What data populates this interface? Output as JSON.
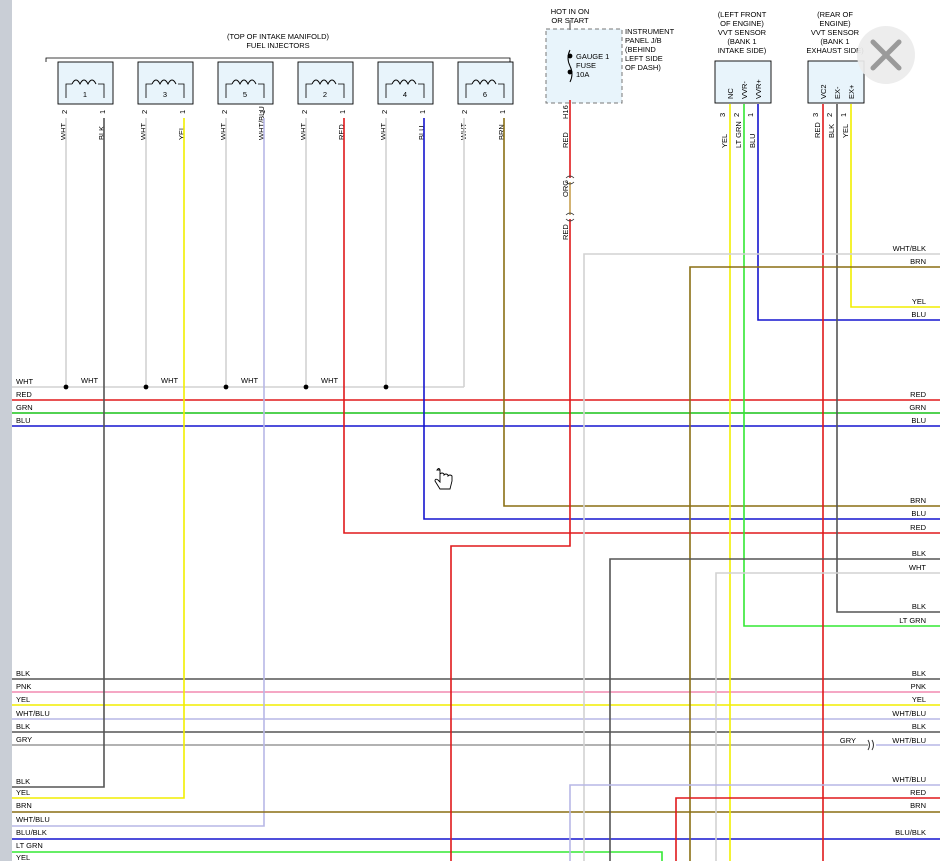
{
  "injectors_title": [
    "(TOP OF INTAKE MANIFOLD)",
    "FUEL INJECTORS"
  ],
  "injectors": [
    {
      "num": "1",
      "pin_left": "2",
      "pin_right": "1",
      "wire_left": "WHT",
      "wire_right": "BLK",
      "color_right": "#555555"
    },
    {
      "num": "3",
      "pin_left": "2",
      "pin_right": "1",
      "wire_left": "WHT",
      "wire_right": "YEL",
      "color_right": "#f2ee00"
    },
    {
      "num": "5",
      "pin_left": "2",
      "pin_right": "1",
      "wire_left": "WHT",
      "wire_right": "WHT/BLU",
      "color_right": "#b7b7e6"
    },
    {
      "num": "2",
      "pin_left": "2",
      "pin_right": "1",
      "wire_left": "WHT",
      "wire_right": "RED",
      "color_right": "#e0191b"
    },
    {
      "num": "4",
      "pin_left": "2",
      "pin_right": "1",
      "wire_left": "WHT",
      "wire_right": "BLU",
      "color_right": "#1515cf"
    },
    {
      "num": "6",
      "pin_left": "2",
      "pin_right": "1",
      "wire_left": "WHT",
      "wire_right": "BRN",
      "color_right": "#8a6f14"
    }
  ],
  "fuse": {
    "hot": [
      "HOT IN ON",
      "OR START"
    ],
    "inner": [
      "GAUGE 1",
      "FUSE",
      "10A"
    ],
    "outer": [
      "INSTRUMENT",
      "PANEL J/B",
      "(BEHIND",
      "LEFT SIDE",
      "OF DASH)"
    ],
    "wires": [
      "RED",
      "H16",
      "ORG",
      "RED"
    ]
  },
  "vvt_intake": {
    "title": [
      "(LEFT FRONT",
      "OF ENGINE)",
      "VVT SENSOR",
      "(BANK 1",
      "INTAKE SIDE)"
    ],
    "pins": [
      "NC",
      "VVR-",
      "VVR+"
    ],
    "pin_nums": [
      "3",
      "2",
      "1"
    ],
    "wires": [
      "YEL",
      "LT GRN",
      "BLU"
    ]
  },
  "vvt_exhaust": {
    "title": [
      "(REAR OF",
      "ENGINE)",
      "VVT SENSOR",
      "(BANK 1",
      "EXHAUST SIDE)"
    ],
    "pins": [
      "VC2",
      "EX-",
      "EX+"
    ],
    "pin_nums": [
      "3",
      "2",
      "1"
    ],
    "wires": [
      "RED",
      "BLK",
      "YEL"
    ]
  },
  "splice_labels": [
    "WHT",
    "WHT",
    "WHT",
    "WHT",
    "WHT"
  ],
  "wire_labels": {
    "wht_blk": "WHT/BLK",
    "brn": "BRN",
    "yel": "YEL",
    "blu": "BLU",
    "red": "RED",
    "grn": "GRN",
    "blk": "BLK",
    "wht": "WHT",
    "lt_grn": "LT GRN",
    "pnk": "PNK",
    "wht_blu": "WHT/BLU",
    "gry": "GRY",
    "blu_blk": "BLU/BLK"
  },
  "colors": {
    "wht": "#d2d2d2",
    "blk": "#555555",
    "red": "#e0191b",
    "grn": "#18c318",
    "blu": "#1515cf",
    "yel": "#f2ee00",
    "brn": "#8a6f14",
    "wht_blu": "#b7b7e6",
    "pnk": "#f28ab0",
    "gry": "#999999",
    "lt_grn": "#33e833",
    "org": "#c8a050"
  },
  "close_icon": "close-x-icon"
}
